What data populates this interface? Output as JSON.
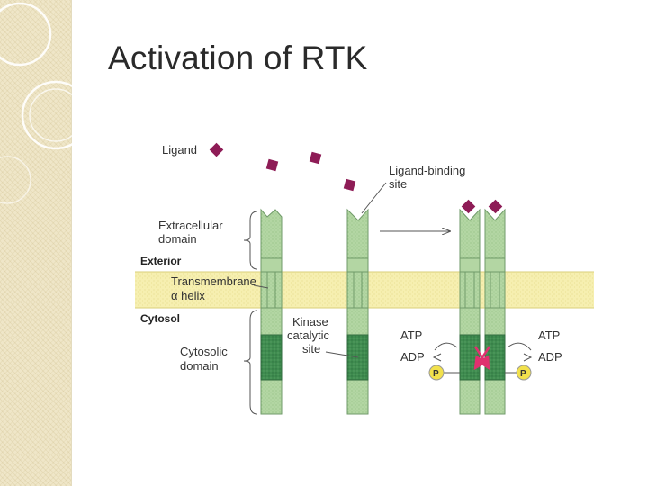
{
  "slide": {
    "title": "Activation of RTK"
  },
  "diagram": {
    "ligand_label": "Ligand",
    "ligand_binding_label": [
      "Ligand-binding",
      "site"
    ],
    "extracellular_label": [
      "Extracellular",
      "domain"
    ],
    "exterior_label": "Exterior",
    "transmembrane_label": [
      "Transmembrane",
      "α helix"
    ],
    "cytosol_label": "Cytosol",
    "kinase_label": [
      "Kinase",
      "catalytic",
      "site"
    ],
    "cytosolic_label": [
      "Cytosolic",
      "domain"
    ],
    "atp_left": "ATP",
    "adp_left": "ADP",
    "atp_right": "ATP",
    "adp_right": "ADP",
    "phosphate_label": "P"
  },
  "colors": {
    "sidebar": "#efe6c8",
    "membrane": "#f6efb0",
    "receptor": "#b3d6a3",
    "receptor_stroke": "#6f9a68",
    "kinase": "#3f8c4f",
    "ligand": "#8e1c56",
    "phosphate": "#f2e14c",
    "activation_arrow": "#e0306f"
  }
}
